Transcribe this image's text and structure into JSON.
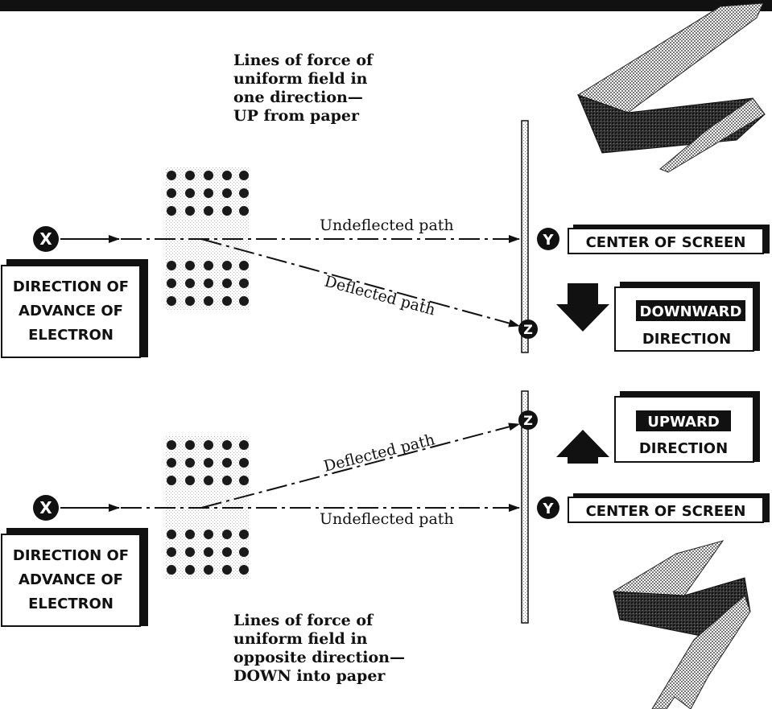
{
  "colors": {
    "ink": "#111111",
    "paper": "#ffffff",
    "dot_field": "#1a1a1a",
    "stipple": "#9a9a9a"
  },
  "top_panel": {
    "field_caption": [
      "Lines of force of",
      "uniform field in",
      "one direction—",
      "UP from paper"
    ],
    "source_marker": "X",
    "source_box": [
      "DIRECTION OF",
      "ADVANCE OF",
      "ELECTRON"
    ],
    "undeflected_label": "Undeflected path",
    "deflected_label": "Deflected path",
    "screen_center_marker": "Y",
    "screen_center_label": "CENTER OF SCREEN",
    "deflect_marker": "Z",
    "direction_box": {
      "highlight": "DOWNWARD",
      "text": "DIRECTION"
    },
    "direction_arrow_icon": "down-arrow-icon"
  },
  "bottom_panel": {
    "field_caption": [
      "Lines of force of",
      "uniform field in",
      "opposite direction—",
      "DOWN into paper"
    ],
    "source_marker": "X",
    "source_box": [
      "DIRECTION OF",
      "ADVANCE OF",
      "ELECTRON"
    ],
    "undeflected_label": "Undeflected path",
    "deflected_label": "Deflected path",
    "screen_center_marker": "Y",
    "screen_center_label": "CENTER OF SCREEN",
    "deflect_marker": "Z",
    "direction_box": {
      "highlight": "UPWARD",
      "text": "DIRECTION"
    },
    "direction_arrow_icon": "up-arrow-icon"
  }
}
